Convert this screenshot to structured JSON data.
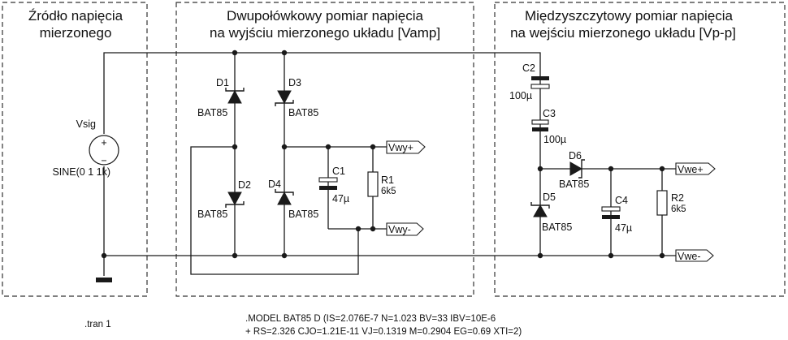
{
  "sections": [
    {
      "title_line1": "Źródło napięcia",
      "title_line2": "mierzonego"
    },
    {
      "title_line1": "Dwupołówkowy pomiar napięcia",
      "title_line2": "na wyjściu mierzonego układu [Vamp]"
    },
    {
      "title_line1": "Międzyszczytowy pomiar napięcia",
      "title_line2": "na wejściu mierzonego układu [Vp-p]"
    }
  ],
  "source": {
    "name": "Vsig",
    "value": "SINE(0 1 1k)",
    "plus": "+",
    "minus": "−"
  },
  "diodes": [
    {
      "ref": "D1",
      "model": "BAT85"
    },
    {
      "ref": "D2",
      "model": "BAT85"
    },
    {
      "ref": "D3",
      "model": "BAT85"
    },
    {
      "ref": "D4",
      "model": "BAT85"
    },
    {
      "ref": "D5",
      "model": "BAT85"
    },
    {
      "ref": "D6",
      "model": "BAT85"
    }
  ],
  "capacitors": [
    {
      "ref": "C1",
      "value": "47µ"
    },
    {
      "ref": "C2",
      "value": "100µ"
    },
    {
      "ref": "C3",
      "value": "100µ"
    },
    {
      "ref": "C4",
      "value": "47µ"
    }
  ],
  "resistors": [
    {
      "ref": "R1",
      "value": "6k5"
    },
    {
      "ref": "R2",
      "value": "6k5"
    }
  ],
  "ports": {
    "vwy_plus": "Vwy+",
    "vwy_minus": "Vwy-",
    "vwe_plus": "Vwe+",
    "vwe_minus": "Vwe-"
  },
  "directives": {
    "tran": ".tran 1",
    "model_line1": ".MODEL BAT85 D (IS=2.076E-7 N=1.023 BV=33 IBV=10E-6",
    "model_line2": "+ RS=2.326 CJO=1.21E-11 VJ=0.1319 M=0.2904 EG=0.69 XTI=2)"
  }
}
